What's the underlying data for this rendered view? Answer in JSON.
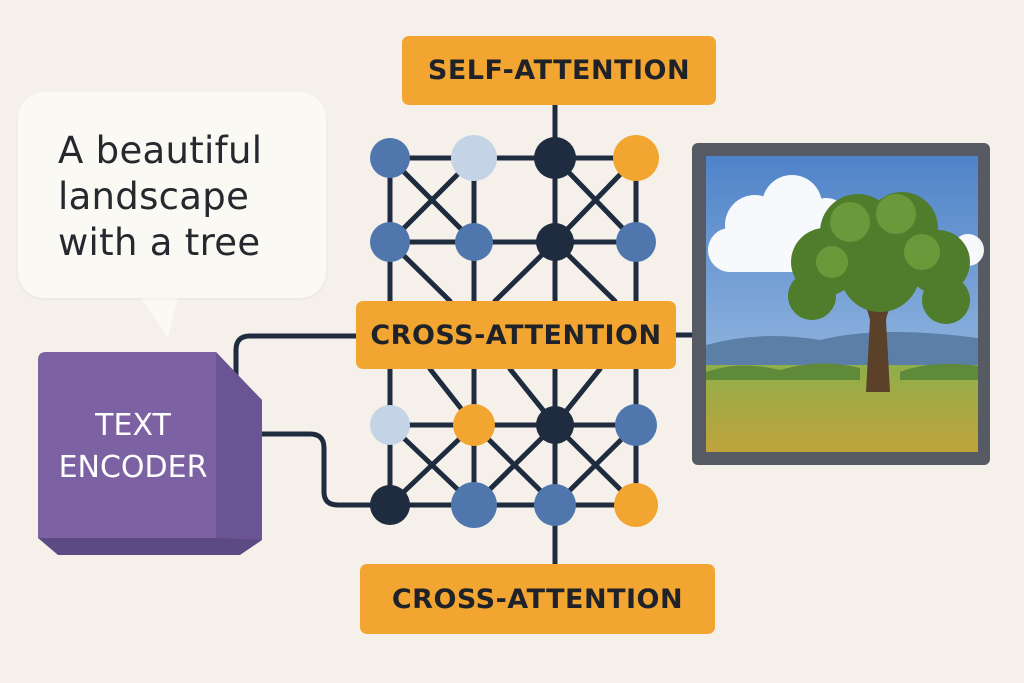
{
  "prompt": {
    "text": "A beautiful\nlandscape\nwith a tree"
  },
  "blocks": {
    "self_attention": "SELF-ATTENTION",
    "cross_attention_middle": "CROSS-ATTENTION",
    "cross_attention_bottom": "CROSS-ATTENTION"
  },
  "encoder": {
    "line1": "TEXT",
    "line2": "ENCODER"
  },
  "colors": {
    "background": "#f5f1ea",
    "orange": "#f2a531",
    "purple": "#7d62a3",
    "navy": "#1f2b3e",
    "blue": "#4f77ad",
    "light_blue": "#c5d3e6",
    "line": "#1f2b3e"
  },
  "output_image": {
    "subject": "landscape-tree-painting"
  }
}
